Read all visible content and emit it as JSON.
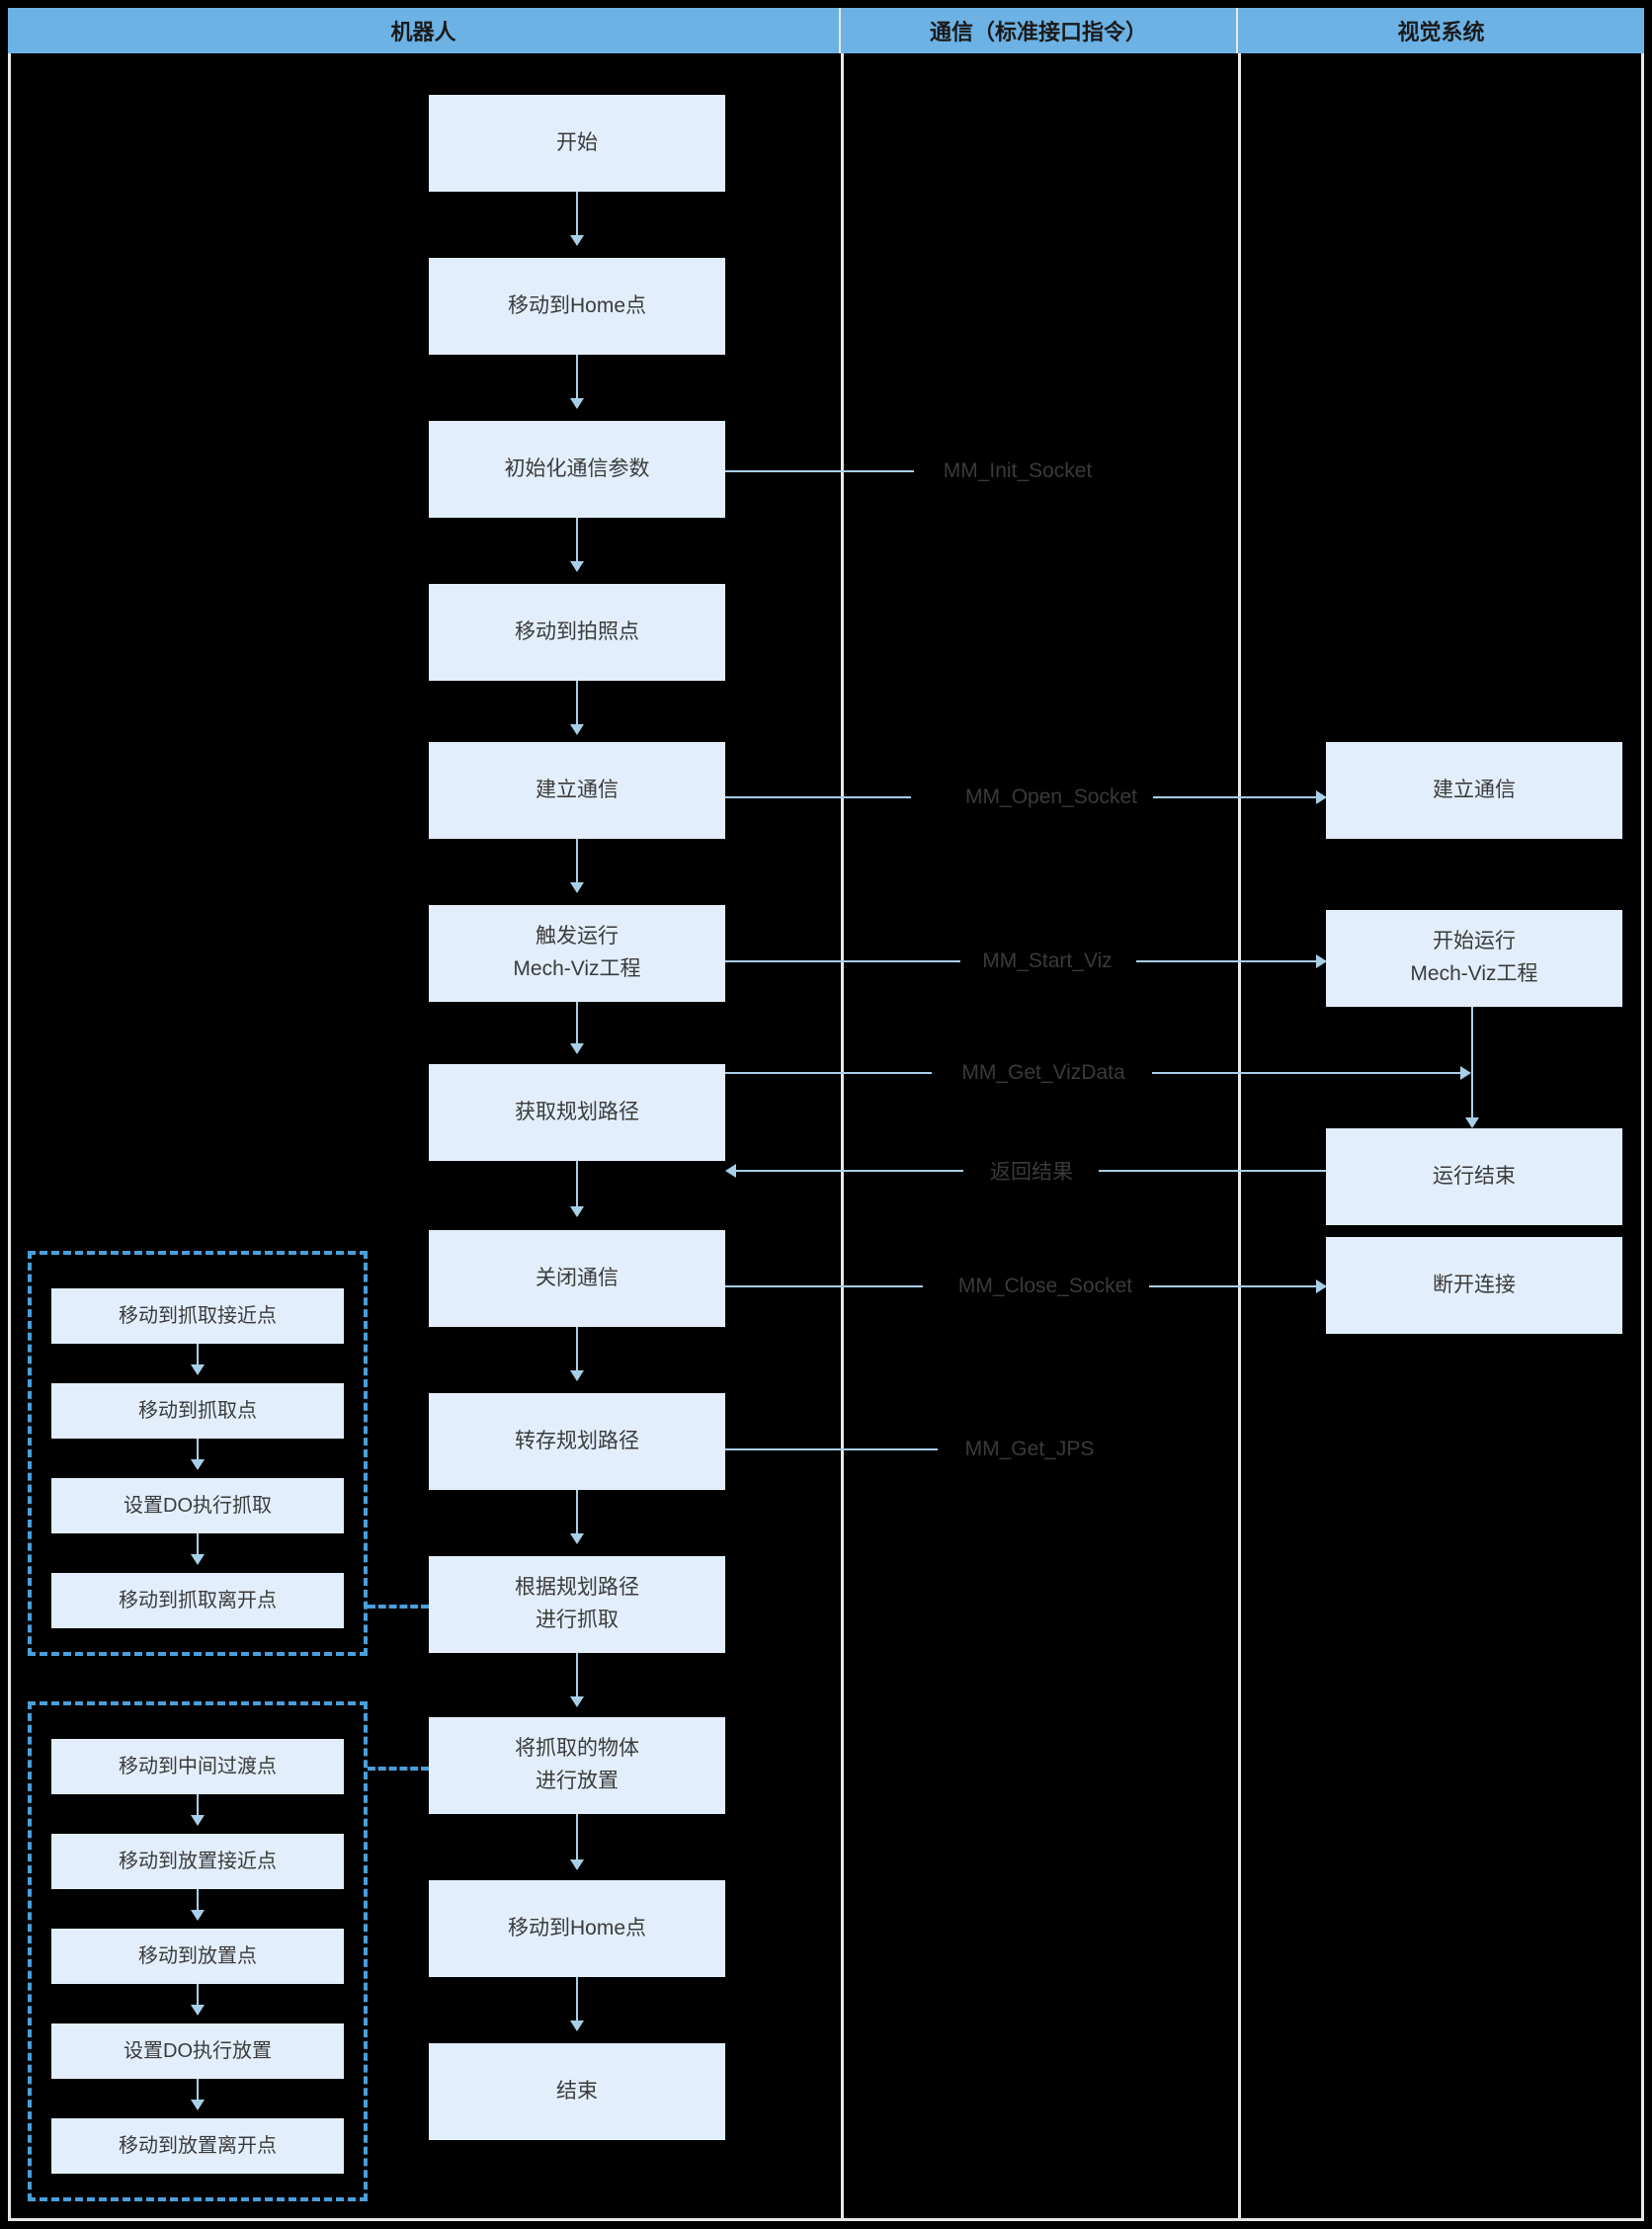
{
  "colors": {
    "header_bg": "#6cb2e4",
    "node_fill": "#e2eefb",
    "connector": "#a8cfe8",
    "dashed_border": "#4a9fdc",
    "canvas": "#000000",
    "grid_line": "#e8e8e8"
  },
  "header": {
    "columns": [
      {
        "label": "机器人"
      },
      {
        "label": "通信（标准接口指令）"
      },
      {
        "label": "视觉系统"
      }
    ]
  },
  "robot_flow": {
    "nodes": [
      {
        "id": "start",
        "label": "开始"
      },
      {
        "id": "move-home-1",
        "label": "移动到Home点"
      },
      {
        "id": "init-comm",
        "label": "初始化通信参数"
      },
      {
        "id": "move-capture",
        "label": "移动到拍照点"
      },
      {
        "id": "open-comm",
        "label": "建立通信"
      },
      {
        "id": "trigger-viz",
        "label": "触发运行\nMech-Viz工程"
      },
      {
        "id": "get-path",
        "label": "获取规划路径"
      },
      {
        "id": "close-comm",
        "label": "关闭通信"
      },
      {
        "id": "save-path",
        "label": "转存规划路径"
      },
      {
        "id": "do-pick",
        "label": "根据规划路径\n进行抓取"
      },
      {
        "id": "do-place",
        "label": "将抓取的物体\n进行放置"
      },
      {
        "id": "move-home-2",
        "label": "移动到Home点"
      },
      {
        "id": "end",
        "label": "结束"
      }
    ]
  },
  "communication": {
    "labels": [
      {
        "id": "init-socket",
        "label": "MM_Init_Socket"
      },
      {
        "id": "open-socket",
        "label": "MM_Open_Socket"
      },
      {
        "id": "start-viz",
        "label": "MM_Start_Viz"
      },
      {
        "id": "get-vizdata",
        "label": "MM_Get_VizData"
      },
      {
        "id": "return-result",
        "label": "返回结果"
      },
      {
        "id": "close-socket",
        "label": "MM_Close_Socket"
      },
      {
        "id": "get-jps",
        "label": "MM_Get_JPS"
      }
    ]
  },
  "vision_flow": {
    "nodes": [
      {
        "id": "v-open-comm",
        "label": "建立通信"
      },
      {
        "id": "v-start-viz",
        "label": "开始运行\nMech-Viz工程"
      },
      {
        "id": "v-run-end",
        "label": "运行结束"
      },
      {
        "id": "v-disconnect",
        "label": "断开连接"
      }
    ]
  },
  "pick_group": {
    "title": "pick-sequence",
    "steps": [
      {
        "label": "移动到抓取接近点"
      },
      {
        "label": "移动到抓取点"
      },
      {
        "label": "设置DO执行抓取"
      },
      {
        "label": "移动到抓取离开点"
      }
    ]
  },
  "place_group": {
    "title": "place-sequence",
    "steps": [
      {
        "label": "移动到中间过渡点"
      },
      {
        "label": "移动到放置接近点"
      },
      {
        "label": "移动到放置点"
      },
      {
        "label": "设置DO执行放置"
      },
      {
        "label": "移动到放置离开点"
      }
    ]
  }
}
